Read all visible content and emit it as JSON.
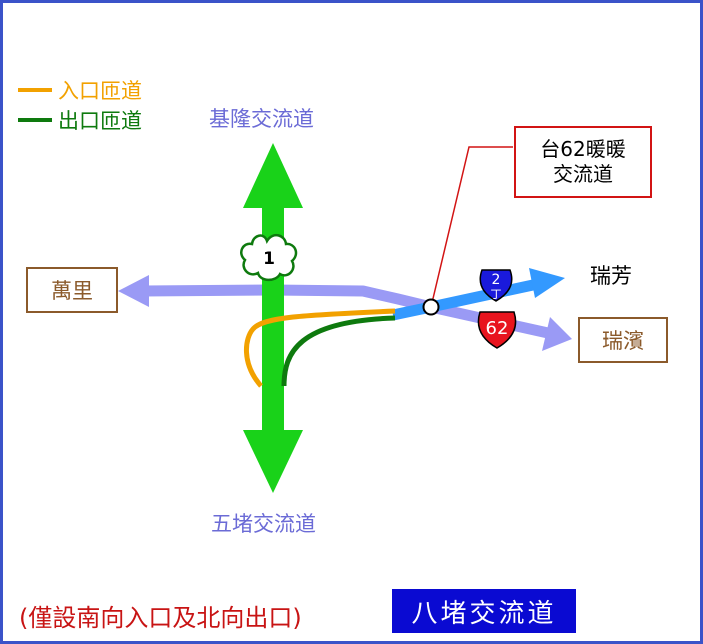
{
  "legend": {
    "entrance": {
      "label": "入口匝道",
      "color": "#f2a100"
    },
    "exit": {
      "label": "出口匝道",
      "color": "#0e7a0e"
    }
  },
  "freeway": {
    "shield": "1",
    "color": "#19d219"
  },
  "labels": {
    "north": "基隆交流道",
    "south": "五堵交流道",
    "west": "萬里",
    "east_upper": "瑞芳",
    "east_lower": "瑞濱"
  },
  "callout": {
    "line1": "台62暖暖",
    "line2": "交流道"
  },
  "shields": {
    "route2": {
      "number": "2",
      "suffix": "丁"
    },
    "route62": {
      "number": "62"
    }
  },
  "note": "(僅設南向入口及北向出口)",
  "title": "八堵交流道",
  "colors": {
    "frame": "#3b53c9",
    "road_lavender": "#9a9af5",
    "road_cyan": "#3399ff",
    "box_border": "#8b5a2b",
    "callout_border": "#d21414",
    "title_bg": "#0a0ad2",
    "note_text": "#c81414",
    "label_blue": "#6b6bd6"
  }
}
